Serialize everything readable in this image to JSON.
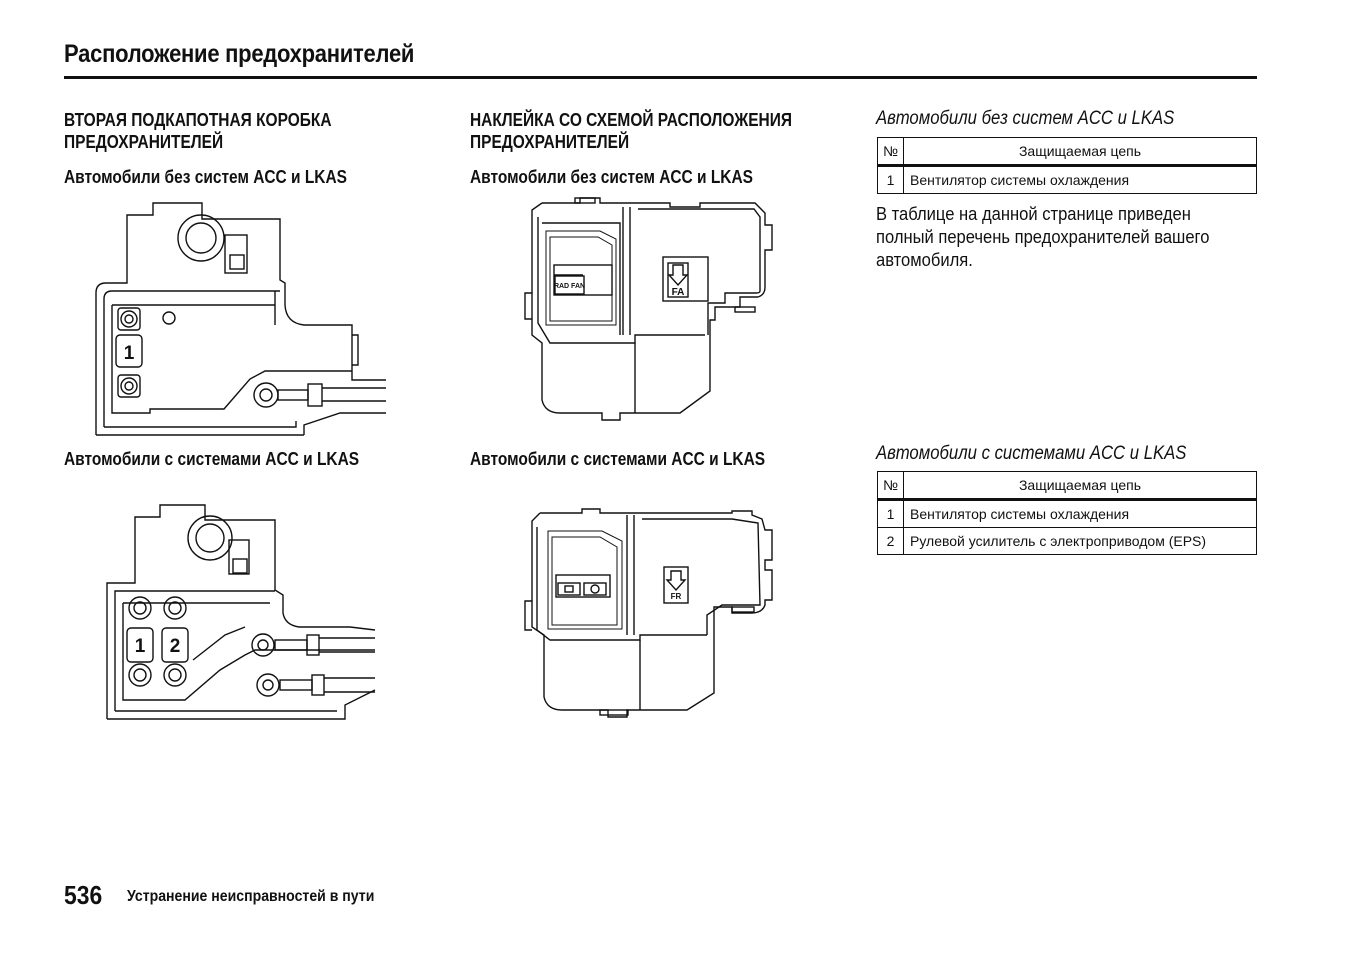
{
  "page": {
    "title": "Расположение предохранителей",
    "page_number": "536",
    "footer": "Устранение неисправностей в пути"
  },
  "left_column": {
    "heading_line1": "ВТОРАЯ ПОДКАПОТНАЯ КОРОБКА",
    "heading_line2": "ПРЕДОХРАНИТЕЛЕЙ",
    "sub_no_acc": "Автомобили без систем ACC и LKAS",
    "sub_with_acc": "Автомобили с системами ACC и LKAS",
    "diagram_top_labels": [
      "1"
    ],
    "diagram_bottom_labels": [
      "1",
      "2"
    ]
  },
  "middle_column": {
    "heading_line1": "НАКЛЕЙКА СО СХЕМОЙ РАСПОЛОЖЕНИЯ",
    "heading_line2": "ПРЕДОХРАНИТЕЛЕЙ",
    "sub_no_acc": "Автомобили без систем ACC и LKAS",
    "sub_with_acc": "Автомобили с системами ACC и LKAS",
    "label_top_left": "RAD FAN",
    "label_top_right": "FA",
    "label_bottom_right": "FR"
  },
  "right_column": {
    "table1_caption": "Автомобили без систем ACC и LKAS",
    "table2_caption": "Автомобили с системами ACC и LKAS",
    "table_headers": {
      "num": "№",
      "circuit": "Защищаемая цепь"
    },
    "table1_rows": [
      {
        "num": "1",
        "circuit": "Вентилятор системы охлаждения"
      }
    ],
    "table2_rows": [
      {
        "num": "1",
        "circuit": "Вентилятор системы охлаждения"
      },
      {
        "num": "2",
        "circuit": "Рулевой усилитель с электроприводом (EPS)"
      }
    ],
    "note": "В таблице на данной странице приведен полный перечень предохранителей вашего автомобиля."
  }
}
